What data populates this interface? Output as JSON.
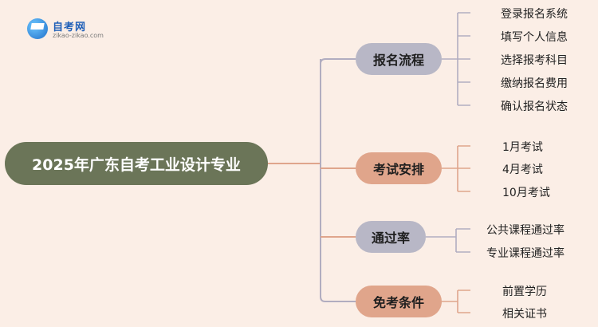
{
  "logo": {
    "title": "自考网",
    "subtitle": "zikao-zikao.com"
  },
  "central": {
    "label": "2025年广东自考工业设计专业"
  },
  "branches": [
    {
      "label": "报名流程",
      "leaves": [
        "登录报名系统",
        "填写个人信息",
        "选择报考科目",
        "缴纳报名费用",
        "确认报名状态"
      ]
    },
    {
      "label": "考试安排",
      "leaves": [
        "1月考试",
        "4月考试",
        "10月考试"
      ]
    },
    {
      "label": "通过率",
      "leaves": [
        "公共课程通过率",
        "专业课程通过率"
      ]
    },
    {
      "label": "免考条件",
      "leaves": [
        "前置学历",
        "相关证书"
      ]
    }
  ],
  "colors": {
    "background": "#fbeee6",
    "central": "#6b7558",
    "branch_gray": "#b8b7c6",
    "branch_tan": "#e0a58b",
    "line_gray": "#b1adc0",
    "line_tan": "#dfa58c"
  }
}
